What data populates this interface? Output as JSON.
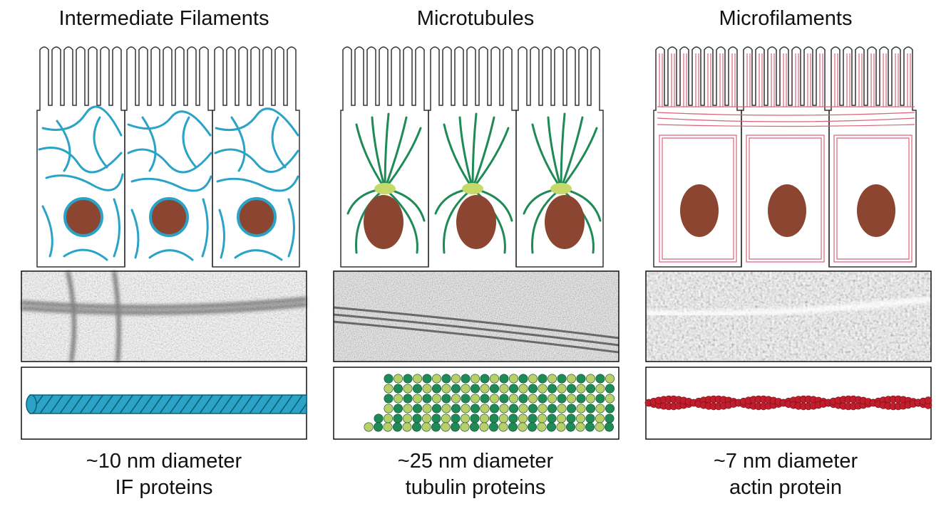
{
  "panels": [
    {
      "title": "Intermediate Filaments",
      "caption_line1": "~10 nm diameter",
      "caption_line2": "IF proteins",
      "filament_color": "#2aa3c6",
      "nucleus_color": "#8b4530"
    },
    {
      "title": "Microtubules",
      "caption_line1": "~25 nm diameter",
      "caption_line2": "tubulin proteins",
      "filament_color": "#1f8a55",
      "centrosome_color": "#c5d86a",
      "nucleus_color": "#8b4530",
      "tubulin_dark": "#1f8a55",
      "tubulin_light": "#b9cf6a"
    },
    {
      "title": "Microfilaments",
      "caption_line1": "~7 nm diameter",
      "caption_line2": "actin protein",
      "filament_color": "#d9637a",
      "nucleus_color": "#8b4530",
      "actin_color": "#c21d2c"
    }
  ]
}
